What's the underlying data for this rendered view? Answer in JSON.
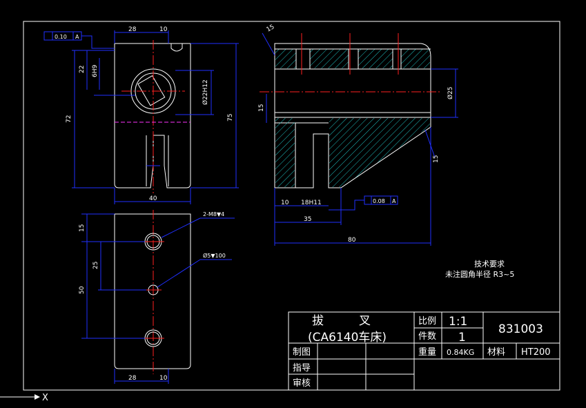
{
  "drawing_number": "831003",
  "title_block": {
    "part_name": "拔　　　叉",
    "part_machine": "(CA6140车床)",
    "scale_label": "比例",
    "scale_value": "1:1",
    "count_label": "件数",
    "count_value": "1",
    "weight_label": "重量",
    "weight_value": "0.84KG",
    "material_label": "材料",
    "material_value": "HT200",
    "drawn_label": "制图",
    "guide_label": "指导",
    "review_label": "审核"
  },
  "tech_notes": {
    "heading": "技术要求",
    "line1": "未注圆角半径 R3~5"
  },
  "front_view_dims": {
    "top_left": "28",
    "top_right": "10",
    "flatness_tol": "0.10",
    "flatness_ref": "A",
    "h_22": "22",
    "slot_6h9": "6H9",
    "bore_22h12": "Ø22H12",
    "v_72": "72",
    "v_75": "75",
    "bottom_width": "40"
  },
  "side_view_dims": {
    "angle_top": "15",
    "v_15": "15",
    "dia_25": "Ø25",
    "w_10": "10",
    "slot_18h11": "18H11",
    "perp_tol": "0.08",
    "perp_ref": "A",
    "w_35": "35",
    "w_80": "80",
    "side_tag": "15"
  },
  "bottom_view_dims": {
    "thread": "2-M8▼4",
    "hole": "Ø5▼100",
    "v_15": "15",
    "v_25": "25",
    "v_50": "50",
    "w_28": "28",
    "w_10": "10"
  },
  "ucs_axis_label": "X",
  "colors": {
    "background": "#000000",
    "outline": "#ffffff",
    "dimension": "#2030ff",
    "centerline": "#ff2020",
    "hidden": "#ff33ff",
    "hatch": "#20c0c0"
  }
}
